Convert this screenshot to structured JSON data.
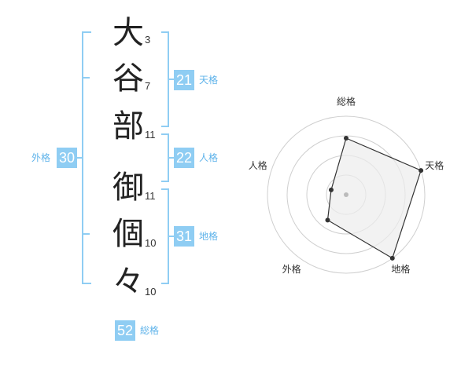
{
  "name": {
    "characters": [
      {
        "char": "大",
        "strokes": "3"
      },
      {
        "char": "谷",
        "strokes": "7"
      },
      {
        "char": "部",
        "strokes": "11"
      },
      {
        "char": "御",
        "strokes": "11"
      },
      {
        "char": "個",
        "strokes": "10"
      },
      {
        "char": "々",
        "strokes": "10"
      }
    ]
  },
  "fortunes": {
    "tenkaku": {
      "value": "21",
      "label": "天格"
    },
    "jinkaku": {
      "value": "22",
      "label": "人格"
    },
    "chikaku": {
      "value": "31",
      "label": "地格"
    },
    "gaikaku": {
      "value": "30",
      "label": "外格"
    },
    "soukaku": {
      "value": "52",
      "label": "総格"
    }
  },
  "colors": {
    "accent": "#8fcdf3",
    "accent_text": "#5fb3ea"
  },
  "chart_data": {
    "type": "radar",
    "axes": [
      "総格",
      "天格",
      "地格",
      "外格",
      "人格"
    ],
    "values": [
      3.6,
      5.0,
      5.0,
      2.0,
      1.0
    ],
    "range": [
      0,
      5
    ],
    "rings": 4
  }
}
